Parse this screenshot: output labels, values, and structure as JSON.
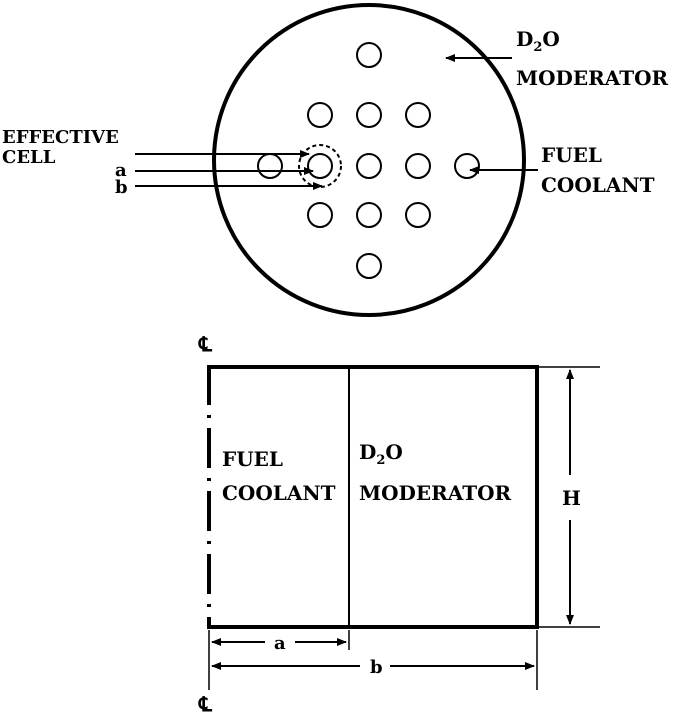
{
  "top_view": {
    "label_d2o_prefix": "D",
    "label_d2o_sub": "2",
    "label_d2o_suffix": "O",
    "label_moderator": "MODERATOR",
    "label_effective": "EFFECTIVE",
    "label_cell": "CELL",
    "label_a": "a",
    "label_b": "b",
    "label_fuel": "FUEL",
    "label_coolant": "COOLANT"
  },
  "side_view": {
    "centerline_top": "℄",
    "centerline_bottom": "℄",
    "label_fuel": "FUEL",
    "label_coolant": "COOLANT",
    "label_d2o_prefix": "D",
    "label_d2o_sub": "2",
    "label_d2o_suffix": "O",
    "label_moderator": "MODERATOR",
    "label_h": "H",
    "label_a": "a",
    "label_b": "b"
  }
}
